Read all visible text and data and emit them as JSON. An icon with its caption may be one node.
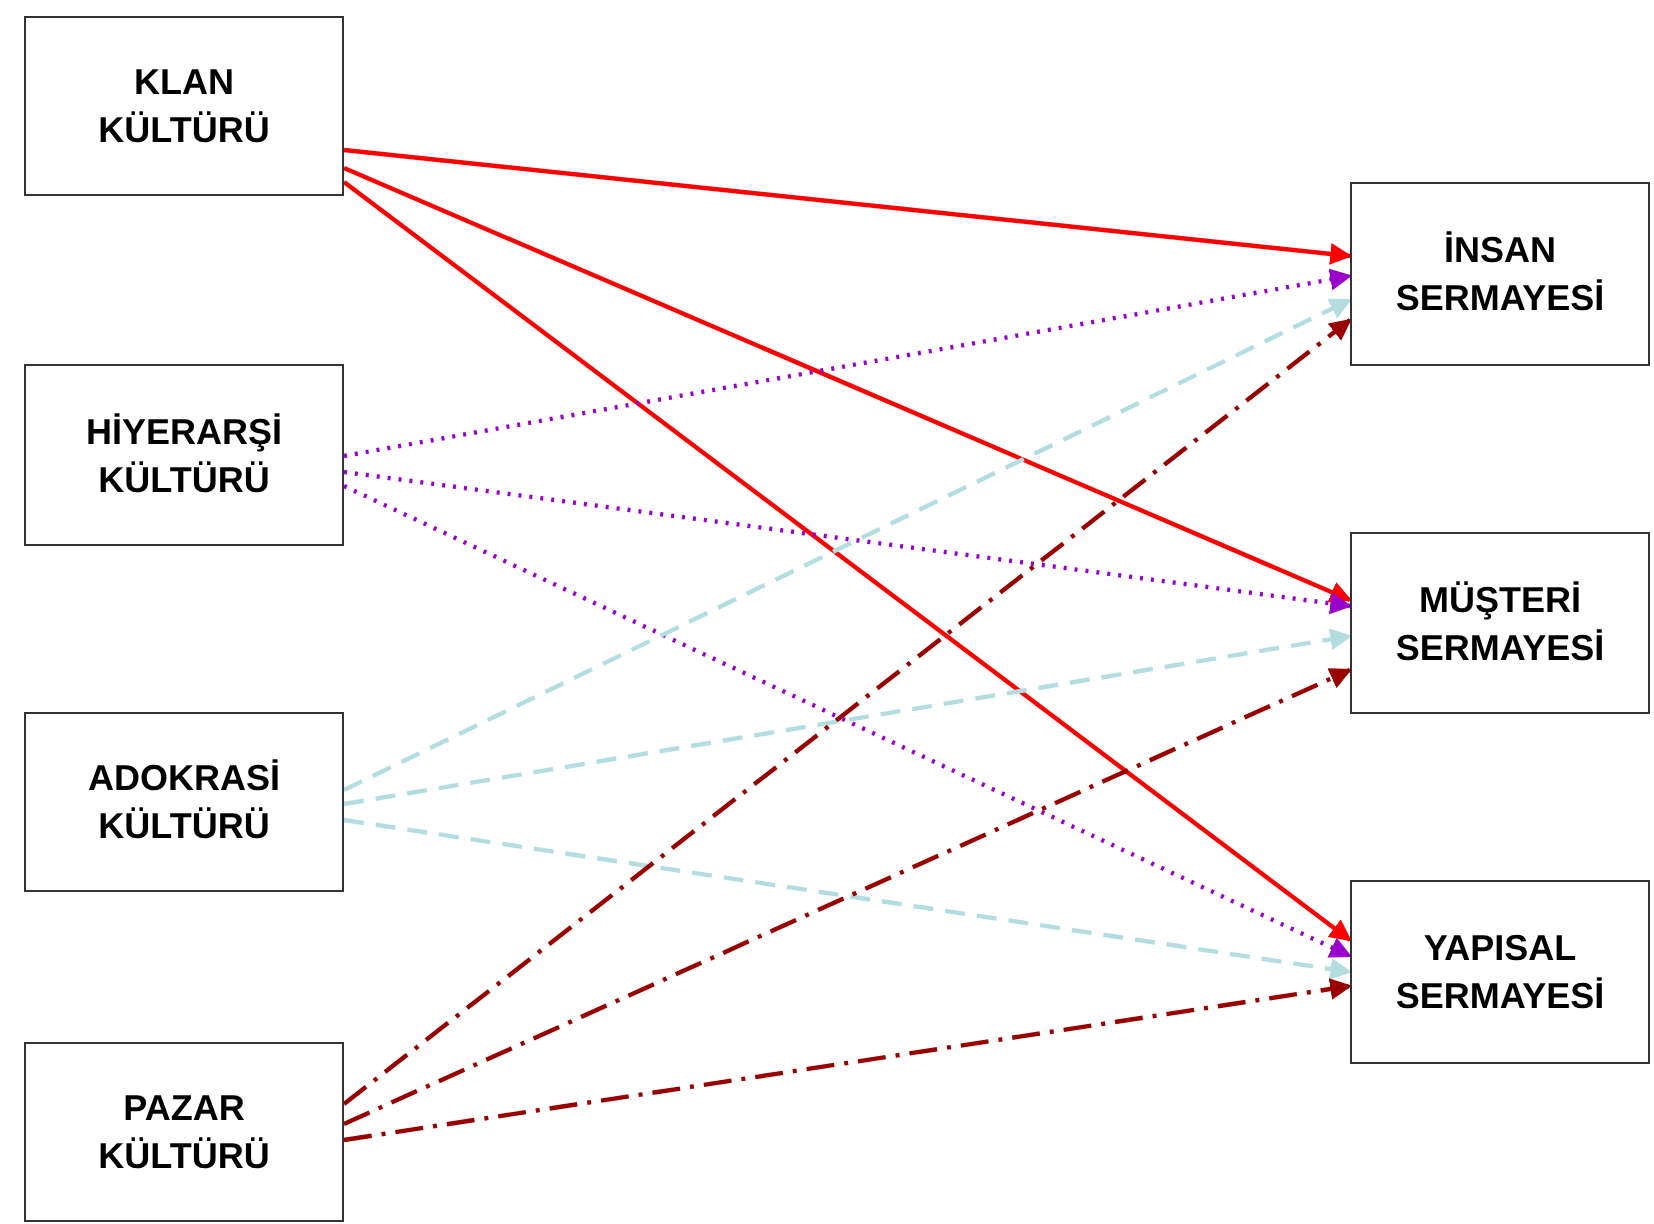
{
  "diagram": {
    "nodes": [
      {
        "text": [
          "KLAN KÜLTÜRÜ"
        ]
      },
      {
        "text": [
          "HİYERARŞİ KÜLTÜRÜ"
        ]
      },
      {
        "text": [
          "ADOKRASİ KÜLTÜRÜ"
        ]
      },
      {
        "text": [
          "PAZAR KÜLTÜRÜ"
        ]
      },
      {
        "text": [
          "İNSAN SERMAYESİ"
        ]
      },
      {
        "text": [
          "MÜŞTERİ SERMAYESİ"
        ]
      },
      {
        "text": [
          "YAPISAL SERMAYESİ"
        ]
      }
    ],
    "edges": [
      {
        "from": 0,
        "to": 4,
        "arrow": "to",
        "color": "#ff0000"
      },
      {
        "from": 0,
        "to": 5,
        "arrow": "to",
        "color": "#ff0000"
      },
      {
        "from": 0,
        "to": 6,
        "arrow": "to",
        "color": "#ff0000"
      },
      {
        "from": 1,
        "to": 4,
        "arrow": "to",
        "style": "dashed",
        "color": "#9900cc"
      },
      {
        "from": 1,
        "to": 5,
        "arrow": "to",
        "style": "dashed",
        "color": "#9900cc"
      },
      {
        "from": 1,
        "to": 6,
        "arrow": "to",
        "style": "dashed",
        "color": "#9900cc"
      },
      {
        "from": 2,
        "to": 4,
        "arrow": "to",
        "style": "dashed",
        "color": "#b3dde0"
      },
      {
        "from": 2,
        "to": 5,
        "arrow": "to",
        "style": "dashed",
        "color": "#b3dde0"
      },
      {
        "from": 2,
        "to": 6,
        "arrow": "to",
        "style": "dashed",
        "color": "#b3dde0"
      },
      {
        "from": 3,
        "to": 4,
        "arrow": "to",
        "style": "dashed",
        "color": "#990000"
      },
      {
        "from": 3,
        "to": 5,
        "arrow": "to",
        "style": "dashed",
        "color": "#990000"
      },
      {
        "from": 3,
        "to": 6,
        "arrow": "to",
        "style": "dashed",
        "color": "#990000"
      }
    ]
  }
}
